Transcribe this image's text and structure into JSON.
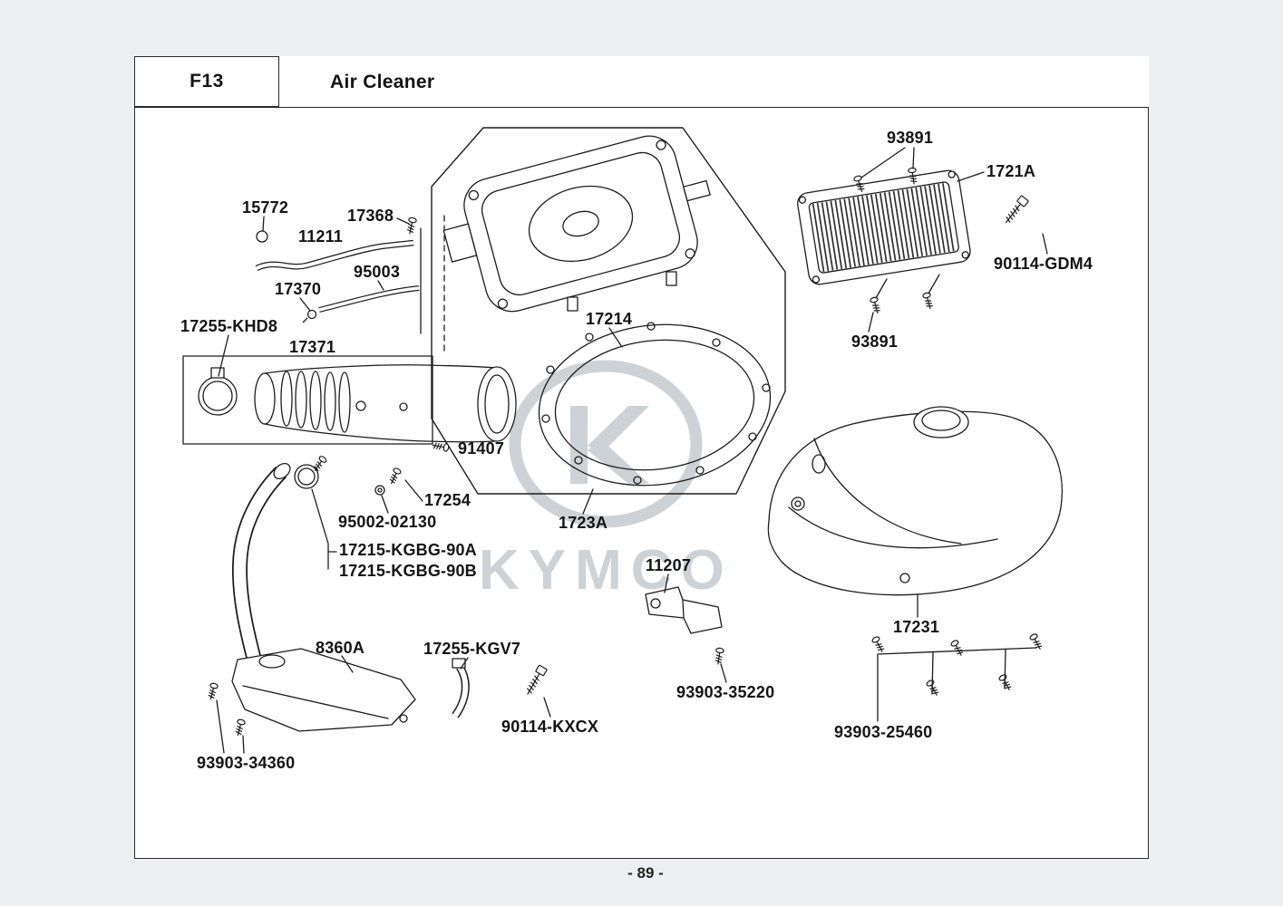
{
  "header": {
    "code": "F13",
    "title": "Air Cleaner"
  },
  "watermark": {
    "text": "KYMCO"
  },
  "footer": {
    "page_number": "- 89 -"
  },
  "diagram": {
    "labels": [
      {
        "text": "93891"
      },
      {
        "text": "1721A"
      },
      {
        "text": "90114-GDM4"
      },
      {
        "text": "93891"
      },
      {
        "text": "15772"
      },
      {
        "text": "17368"
      },
      {
        "text": "11211"
      },
      {
        "text": "95003"
      },
      {
        "text": "17370"
      },
      {
        "text": "17255-KHD8"
      },
      {
        "text": "17371"
      },
      {
        "text": "17214"
      },
      {
        "text": "91407"
      },
      {
        "text": "17254"
      },
      {
        "text": "95002-02130"
      },
      {
        "text": "1723A"
      },
      {
        "text": "17215-KGBG-90A"
      },
      {
        "text": "17215-KGBG-90B"
      },
      {
        "text": "11207"
      },
      {
        "text": "8360A"
      },
      {
        "text": "17255-KGV7"
      },
      {
        "text": "90114-KXCX"
      },
      {
        "text": "93903-35220"
      },
      {
        "text": "17231"
      },
      {
        "text": "93903-25460"
      },
      {
        "text": "93903-34360"
      }
    ]
  }
}
